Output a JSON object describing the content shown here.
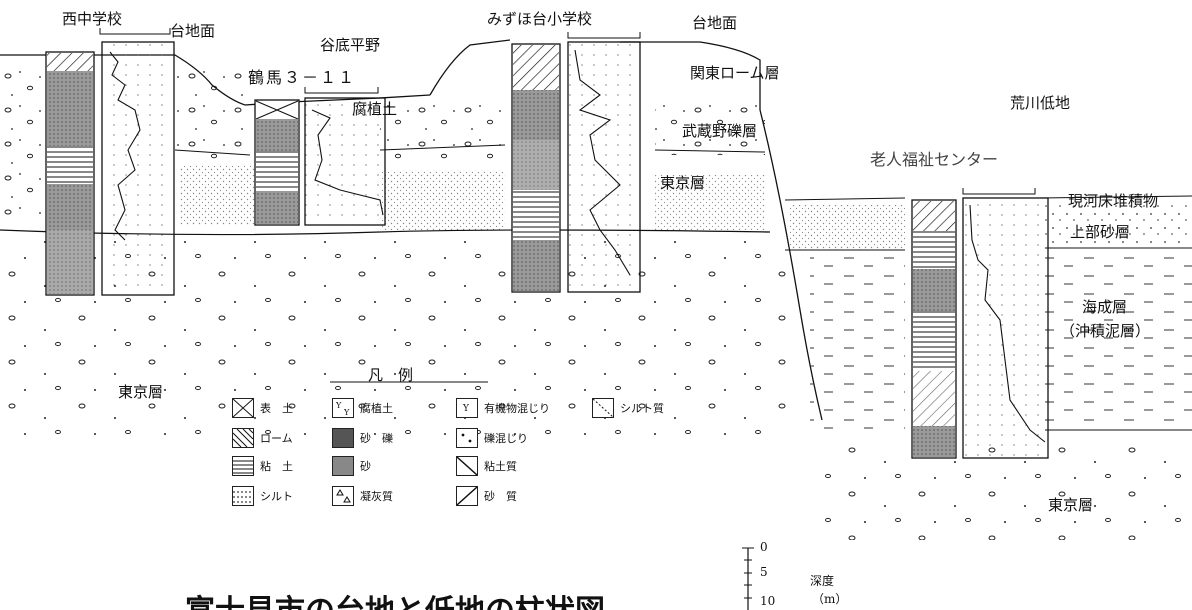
{
  "labels": {
    "nishinaka": "西中学校",
    "daichimen_left": "台地面",
    "tanisoko": "谷底平野",
    "tsuruma": "鶴馬３－１１",
    "fushokudo": "腐植土",
    "mizuhodai": "みずほ台小学校",
    "daichimen_right": "台地面",
    "kanto_loam": "関東ローム層",
    "arakawa": "荒川低地",
    "musashino": "武蔵野礫層",
    "rojin": "老人福祉センター",
    "tokyo_mid": "東京層",
    "genkasho": "現河床堆積物",
    "jobu": "上部砂層",
    "kaisei": "海成層",
    "chuseki": "（沖積泥層）",
    "tokyo_left": "東京層",
    "tokyo_right": "東京層",
    "depth_0": "0",
    "depth_5": "5",
    "depth_10": "10",
    "depth_label": "深度",
    "depth_unit": "（m）"
  },
  "legend": {
    "title": "凡　例",
    "items": [
      {
        "label": "表　土",
        "icon": "x-box"
      },
      {
        "label": "腐植土",
        "icon": "humus"
      },
      {
        "label": "有機物混じり",
        "icon": "organic"
      },
      {
        "label": "シルト質",
        "icon": "silty"
      },
      {
        "label": "ローム",
        "icon": "hatch-loam"
      },
      {
        "label": "砂　礫",
        "icon": "gravel"
      },
      {
        "label": "礫混じり",
        "icon": "pebble"
      },
      {
        "label": "粘　土",
        "icon": "clay"
      },
      {
        "label": "砂",
        "icon": "sand"
      },
      {
        "label": "粘土質",
        "icon": "clayey"
      },
      {
        "label": "シルト",
        "icon": "silt"
      },
      {
        "label": "凝灰質",
        "icon": "tuff"
      },
      {
        "label": "砂　質",
        "icon": "sandy"
      }
    ]
  },
  "title": "富士見市の台地と低地の柱状図"
}
